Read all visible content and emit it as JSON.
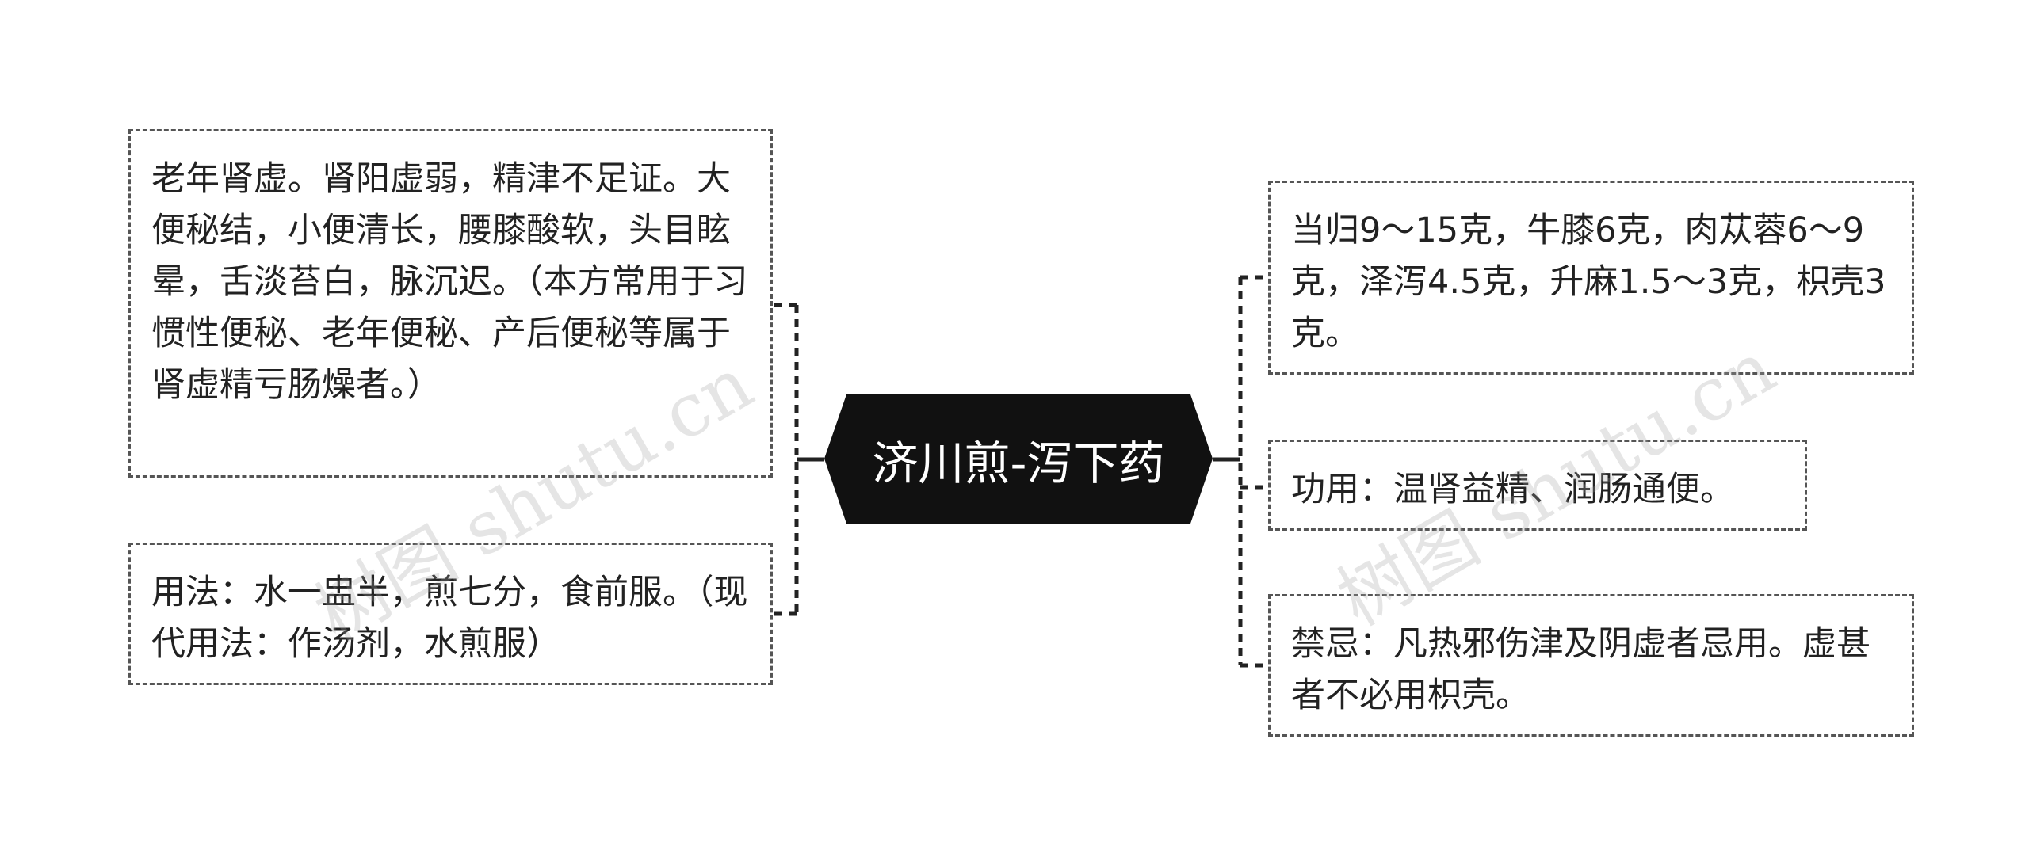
{
  "mindmap": {
    "center": {
      "label": "济川煎-泻下药"
    },
    "left_nodes": [
      {
        "text": "老年肾虚。肾阳虚弱，精津不足证。大便秘结，小便清长，腰膝酸软，头目眩晕，舌淡苔白，脉沉迟。（本方常用于习惯性便秘、老年便秘、产后便秘等属于肾虚精亏肠燥者。）"
      },
      {
        "text": "用法：水一盅半，煎七分，食前服。（现代用法：作汤剂，水煎服）"
      }
    ],
    "right_nodes": [
      {
        "text": "当归9～15克，牛膝6克，肉苁蓉6～9克，泽泻4.5克，升麻1.5～3克，枳壳3克。"
      },
      {
        "text": "功用：温肾益精、润肠通便。"
      },
      {
        "text": "禁忌：凡热邪伤津及阴虚者忌用。虚甚者不必用枳壳。"
      }
    ]
  },
  "watermarks": [
    "树图 shutu.cn",
    "树图 shutu.cn"
  ],
  "colors": {
    "center_fill": "#111111",
    "center_text": "#ffffff",
    "border": "#555555",
    "connector": "#222222",
    "watermark": "#a0a0a0"
  }
}
